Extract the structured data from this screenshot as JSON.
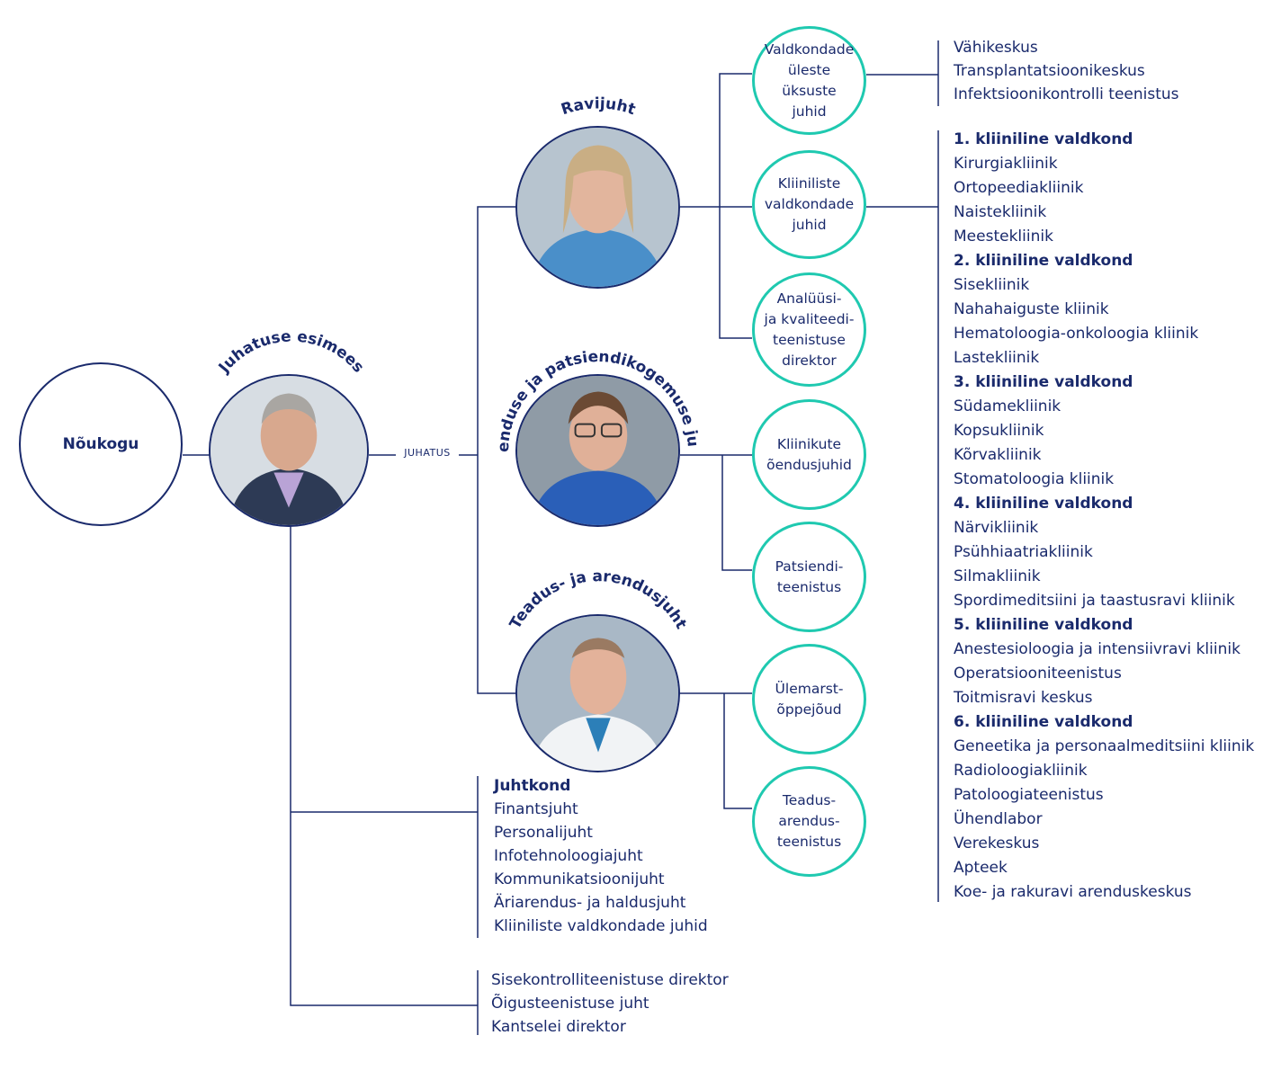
{
  "colors": {
    "navy": "#1a2a6c",
    "teal": "#1fc9b0"
  },
  "board": "Nõukogu",
  "chairman": {
    "title": "Juhatuse esimees",
    "photo": "portrait-photo"
  },
  "juhatus_label": "JUHATUS",
  "managers": [
    {
      "title": "Ravijuht",
      "photo": "portrait-photo"
    },
    {
      "title": "Õenduse ja patsiendikogemuse juht",
      "photo": "portrait-photo"
    },
    {
      "title": "Teadus- ja arendusjuht",
      "photo": "portrait-photo"
    }
  ],
  "units": [
    {
      "lines": [
        "Valdkondade",
        "üleste üksuste",
        "juhid"
      ]
    },
    {
      "lines": [
        "Kliiniliste",
        "valdkondade",
        "juhid"
      ]
    },
    {
      "lines": [
        "Analüüsi-",
        "ja kvaliteedi-",
        "teenistuse",
        "direktor"
      ]
    },
    {
      "lines": [
        "Kliinikute",
        "õendusjuhid"
      ]
    },
    {
      "lines": [
        "Patsiendi-",
        "teenistus"
      ]
    },
    {
      "lines": [
        "Ülemarst-",
        "õppejõud"
      ]
    },
    {
      "lines": [
        "Teadus-",
        "arendus-",
        "teenistus"
      ]
    }
  ],
  "cross_units": [
    "Vähikeskus",
    "Transplantatsioonikeskus",
    "Infektsioonikontrolli teenistus"
  ],
  "clinical_areas": [
    {
      "name": "1. kliiniline valdkond",
      "items": [
        "Kirurgiakliinik",
        "Ortopeediakliinik",
        "Naistekliinik",
        "Meestekliinik"
      ]
    },
    {
      "name": "2. kliiniline valdkond",
      "items": [
        "Sisekliinik",
        "Nahahaiguste kliinik",
        "Hematoloogia-onkoloogia kliinik",
        "Lastekliinik"
      ]
    },
    {
      "name": "3. kliiniline valdkond",
      "items": [
        "Südamekliinik",
        "Kopsukliinik",
        "Kõrvakliinik",
        "Stomatoloogia kliinik"
      ]
    },
    {
      "name": "4. kliiniline valdkond",
      "items": [
        "Närvikliinik",
        "Psühhiaatriakliinik",
        "Silmakliinik",
        "Spordimeditsiini ja taastusravi kliinik"
      ]
    },
    {
      "name": "5. kliiniline valdkond",
      "items": [
        "Anestesioloogia ja intensiivravi kliinik",
        "Operatsiooniteenistus",
        "Toitmisravi keskus"
      ]
    },
    {
      "name": "6. kliiniline valdkond",
      "items": [
        "Geneetika ja personaalmeditsiini kliinik",
        "Radioloogiakliinik",
        "Patoloogiateenistus",
        "Ühendlabor",
        "Verekeskus",
        "Apteek",
        "Koe- ja rakuravi arenduskeskus"
      ]
    }
  ],
  "juhtkond": {
    "title": "Juhtkond",
    "items": [
      "Finantsjuht",
      "Personalijuht",
      "Infotehnoloogiajuht",
      "Kommunikatsioonijuht",
      "Äriarendus- ja haldusjuht",
      "Kliiniliste valdkondade juhid"
    ]
  },
  "staff_units": [
    "Sisekontrolliteenistuse direktor",
    "Õigusteenistuse juht",
    "Kantselei direktor"
  ]
}
